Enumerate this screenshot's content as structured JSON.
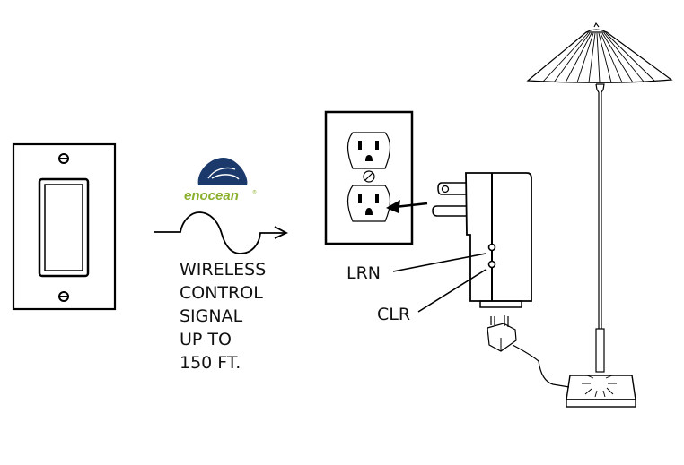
{
  "diagram": {
    "logo": {
      "text": "enocean",
      "trademark": "®",
      "badge_color": "#1b3a6b",
      "text_color": "#8ab02c"
    },
    "signal_label_lines": [
      "WIRELESS",
      "CONTROL",
      "SIGNAL",
      "UP TO",
      "150 FT."
    ],
    "button_labels": {
      "learn": "LRN",
      "clear": "CLR"
    },
    "components": [
      {
        "name": "wall-switch",
        "description": "Rocker wall switch"
      },
      {
        "name": "wireless-signal",
        "description": "Wave arrow toward receiver"
      },
      {
        "name": "duplex-outlet",
        "description": "Wall outlet with two receptacles"
      },
      {
        "name": "plug-in-receiver",
        "description": "Plug-in module with LRN and CLR buttons"
      },
      {
        "name": "floor-lamp",
        "description": "Floor lamp with plug"
      }
    ],
    "colors": {
      "line": "#000000",
      "background": "#ffffff"
    }
  }
}
